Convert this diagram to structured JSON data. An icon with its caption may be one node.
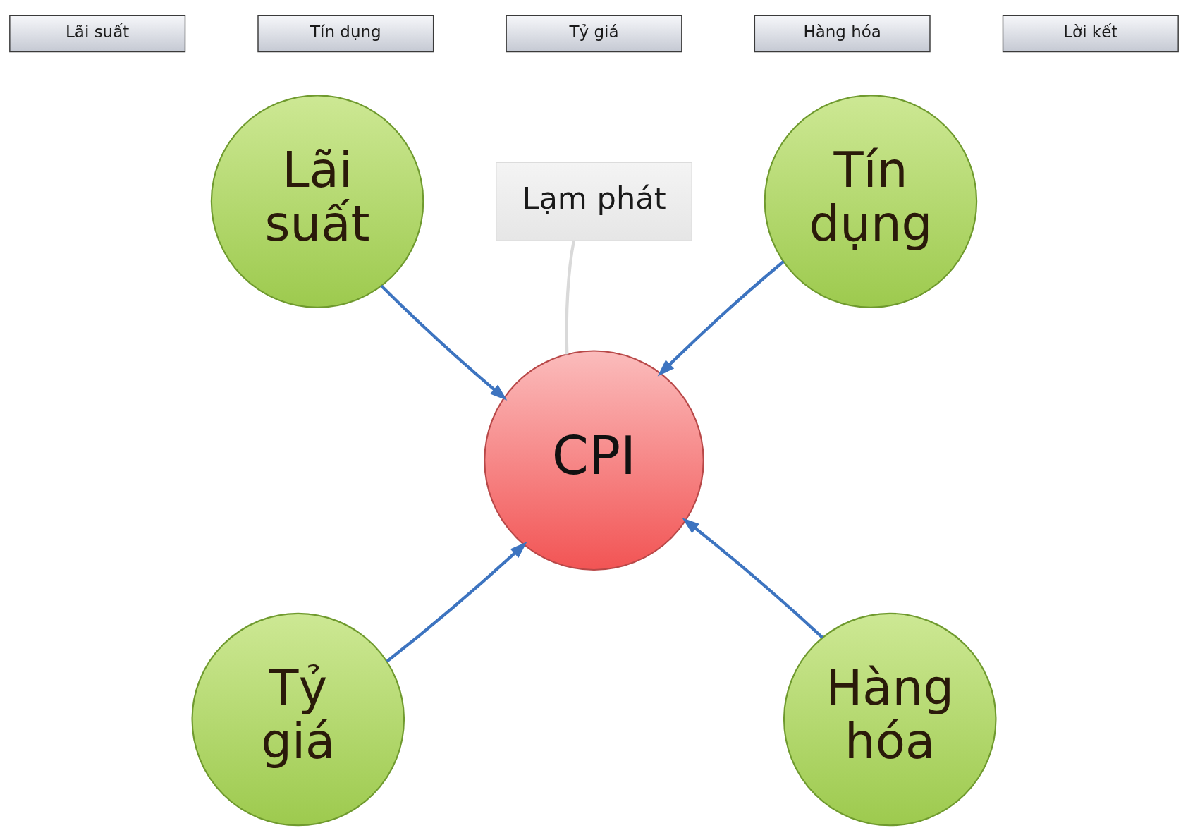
{
  "diagram": {
    "nodes": [
      {
        "text": [
          "Lãi suất"
        ]
      },
      {
        "text": [
          "Tín dụng"
        ]
      },
      {
        "text": [
          "Tỷ giá"
        ]
      },
      {
        "text": [
          "Hàng hóa"
        ]
      },
      {
        "text": [
          "Lời kết"
        ]
      },
      {
        "text": [
          "Lãi suất"
        ]
      },
      {
        "text": [
          "Lạm phát"
        ]
      },
      {
        "text": [
          "Tín dụng"
        ]
      },
      {
        "text": [
          "CPI"
        ]
      },
      {
        "text": [
          "Tỷ giá"
        ]
      },
      {
        "text": [
          "Hàng hóa"
        ]
      }
    ],
    "edges": [
      {
        "from": 5,
        "to": 8,
        "arrow": "to"
      },
      {
        "from": 7,
        "to": 8,
        "arrow": "to"
      },
      {
        "from": 9,
        "to": 8,
        "arrow": "to"
      },
      {
        "from": 10,
        "to": 8,
        "arrow": "to"
      },
      {
        "from": 6,
        "to": 8,
        "arrow": "none",
        "color": "#d9d9d9"
      }
    ]
  }
}
